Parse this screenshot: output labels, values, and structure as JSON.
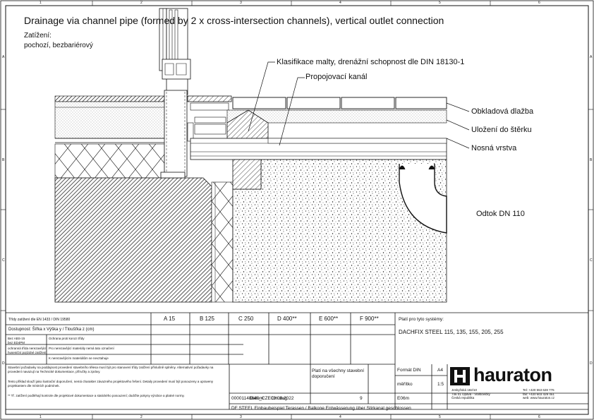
{
  "title": "Drainage via channel pipe (formed by 2 x cross-intersection channels), vertical outlet connection",
  "load": {
    "label": "Zatížení:",
    "value": "pochozí, bezbariérový"
  },
  "grid": {
    "cols": [
      "1",
      "2",
      "3",
      "4",
      "5",
      "6"
    ],
    "rows": [
      "A",
      "B",
      "C",
      "D"
    ]
  },
  "callouts": {
    "mortar": "Klasifikace malty, drenážní schopnost dle DIN 18130-1",
    "channel": "Propojovací kanál",
    "tiles": "Obkladová dlažba",
    "gravel": "Uložení do štěrku",
    "base": "Nosná vrstva",
    "outlet": "Odtok DN 110"
  },
  "table": {
    "class_header": "Třídy zatížení dle EN 1433 / DIN 19580",
    "classes": [
      "A 15",
      "B 125",
      "C 250",
      "D 400**",
      "E 600**",
      "F 900**"
    ],
    "dims_label": "Dostupnost: Šířka x Výška y / Tloušťka z (cm)",
    "row_a": "Bez ABS-15\nbez ED4PM",
    "row_a_text": "Ochrana proti korozi třídy",
    "row_b": "ochranná třída nerezavějící\nhuseniční pojízdné zatížení",
    "row_b_text1": "Pro nerezavějící materiály nemá tato označení",
    "row_b_text2": "K nerezavějícím materiálům se nevztahuje",
    "notes1": "Stavební požadavky na poddajnost provedení stavebního tělesa musí být pro stanovení třídy zatížení příslušně splněny. Alternativní požadavky na provedení navazují na Technické dokumentace, příručky a zprávy.",
    "notes2": "Tento příklad slouží jako ilustrační doporučení, nemá charakter závazného projektového řešení. Detaily provedení musí být posouzeny a upraveny projektantem dle místních podmínek.",
    "notes3": "** Tř. zatížení podléhají kontrole dle projektové dokumentace a statického posouzení; dodržte pokyny výrobce a platné normy.",
    "systems_label": "Platí pro tyto systémy:",
    "systems": "DACHFIX STEEL 115, 135, 155, 205, 255",
    "note_label": "Platí na všechny stavební doporučení",
    "date_label": "Datum:",
    "date": "03.08.2022",
    "doc_no": "00001148640_CZECH.dwg",
    "revision": "9",
    "format_label": "Formát DIN",
    "format": "A4",
    "scale_label": "měřítko",
    "scale": "1:5",
    "sheet": "E06m",
    "brand": "hauraton",
    "address": "Jeskyňská 182/10\n746 01 Opava - Vlaštovičky\nČeská republika",
    "contact": "Tel: +420 553 628 776\nfax: +420 603 429 451\nweb: www.hauraton.cz",
    "footer": "DF STEEL Einbaubeispiel Terassen / Balkone Entwässerung über Stirkanal geschlossen"
  }
}
